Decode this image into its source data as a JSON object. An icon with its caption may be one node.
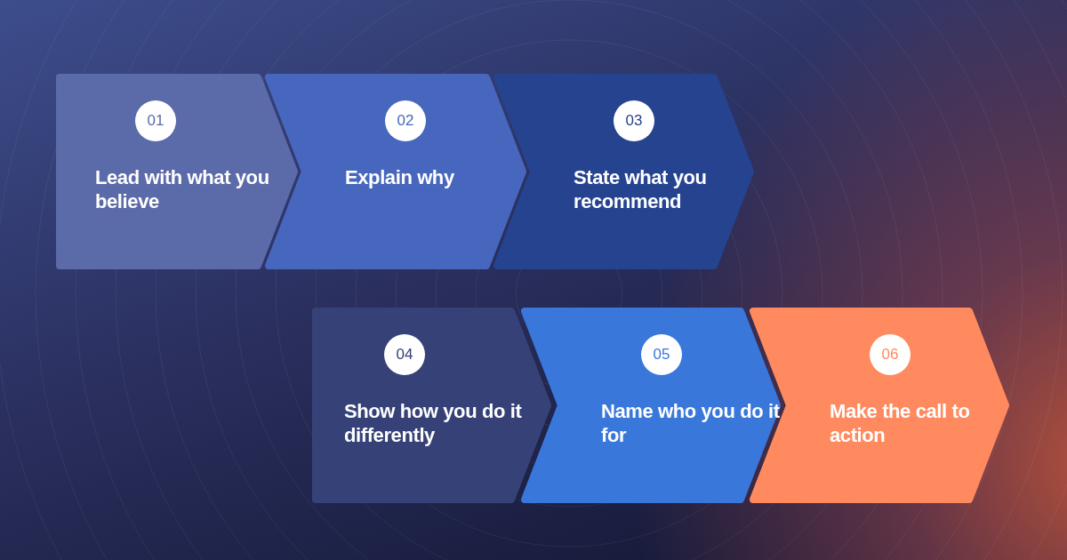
{
  "diagram": {
    "nodes": [
      {
        "text": [
          "01",
          "Lead with what you believe"
        ]
      },
      {
        "text": [
          "02",
          "Explain why"
        ]
      },
      {
        "text": [
          "03",
          "State what you recommend"
        ]
      },
      {
        "text": [
          "04",
          "Show how you do it differently"
        ]
      },
      {
        "text": [
          "05",
          "Name who you do it for"
        ]
      },
      {
        "text": [
          "06",
          "Make the call to action"
        ]
      }
    ]
  }
}
